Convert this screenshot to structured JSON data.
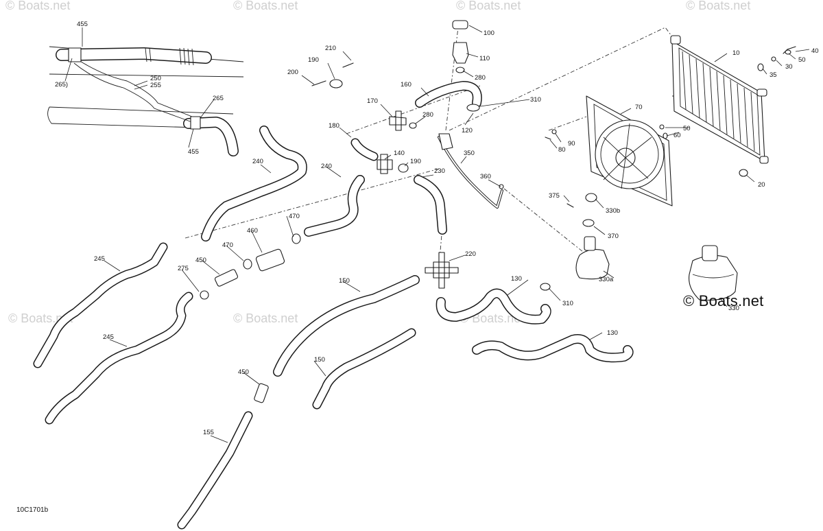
{
  "diagram_code": "10C1701b",
  "brand_mark": "© Boats.net",
  "watermark_text": "© Boats.net",
  "colors": {
    "line": "#1a1a1a",
    "background": "#ffffff",
    "watermark": "#cfcfcf"
  },
  "callouts": {
    "c455a": "455",
    "c265a": "265)",
    "c250": "250",
    "c255": "255",
    "c265b": "265",
    "c455b": "455",
    "c210": "210",
    "c190a": "190",
    "c200": "200",
    "c100": "100",
    "c110": "110",
    "c280a": "280",
    "c160": "160",
    "c310a": "310",
    "c120": "120",
    "c170": "170",
    "c280b": "280",
    "c180": "180",
    "c140": "140",
    "c190b": "190",
    "c230": "230",
    "c350": "350",
    "c360": "360",
    "c240a": "240",
    "c240b": "240",
    "c470a": "470",
    "c460": "460",
    "c470b": "470",
    "c450a": "450",
    "c275": "275",
    "c245a": "245",
    "c245b": "245",
    "c220": "220",
    "c150a": "150",
    "c130a": "130",
    "c310b": "310",
    "c130b": "130",
    "c150b": "150",
    "c450b": "450",
    "c155": "155",
    "c10": "10",
    "c40": "40",
    "c50a": "50",
    "c30": "30",
    "c35": "35",
    "c70": "70",
    "c50b": "50",
    "c60": "60",
    "c90": "90",
    "c80": "80",
    "c20": "20",
    "c375": "375",
    "c330b": "330b",
    "c370": "370",
    "c330a": "330a",
    "c330": "330"
  }
}
